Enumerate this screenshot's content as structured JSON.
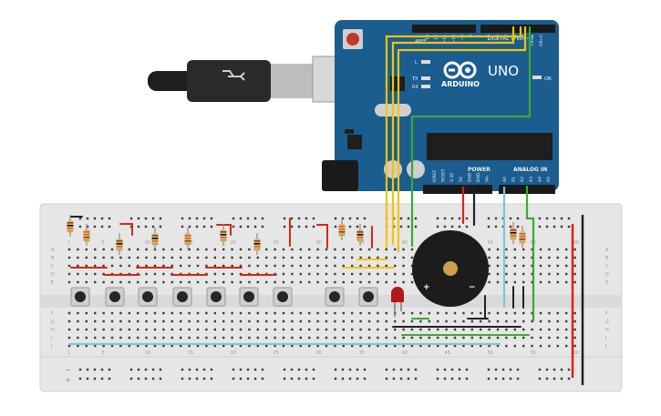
{
  "arduino": {
    "brand": "ARDUINO",
    "model": "UNO",
    "digital_label": "DIGITAL (PWM~)",
    "power_label": "POWER",
    "analog_label": "ANALOG IN",
    "led_l": "L",
    "led_tx": "TX",
    "led_rx": "RX",
    "on_label": "ON",
    "aref": "AREF",
    "gnd": "GND",
    "digital_pins": [
      "13",
      "12",
      "~11",
      "~10",
      "~9",
      "8",
      "7",
      "~6",
      "~5",
      "4",
      "~3",
      "2",
      "TX→1",
      "RX←0"
    ],
    "power_pins": [
      "IOREF",
      "RESET",
      "3.3V",
      "5V",
      "GND",
      "GND",
      "Vin"
    ],
    "analog_pins": [
      "A0",
      "A1",
      "A2",
      "A3",
      "A4",
      "A5"
    ],
    "board_color": "#1b5d8f"
  },
  "breadboard": {
    "column_numbers": [
      "1",
      "5",
      "10",
      "15",
      "20",
      "25",
      "30",
      "35",
      "40",
      "45",
      "50",
      "55",
      "60"
    ],
    "rows_top": [
      "A",
      "B",
      "C",
      "D",
      "E"
    ],
    "rows_bottom": [
      "F",
      "G",
      "H",
      "I",
      "J"
    ],
    "rail_minus": "−",
    "rail_plus": "+"
  },
  "buzzer": {
    "plus": "+",
    "minus": "−"
  },
  "colors": {
    "wire_yellow": "#f5c400",
    "wire_green": "#3aa935",
    "wire_red": "#d9241b",
    "wire_lightblue": "#7ac6de",
    "wire_black": "#222222",
    "led_red": "#b01a1a"
  }
}
